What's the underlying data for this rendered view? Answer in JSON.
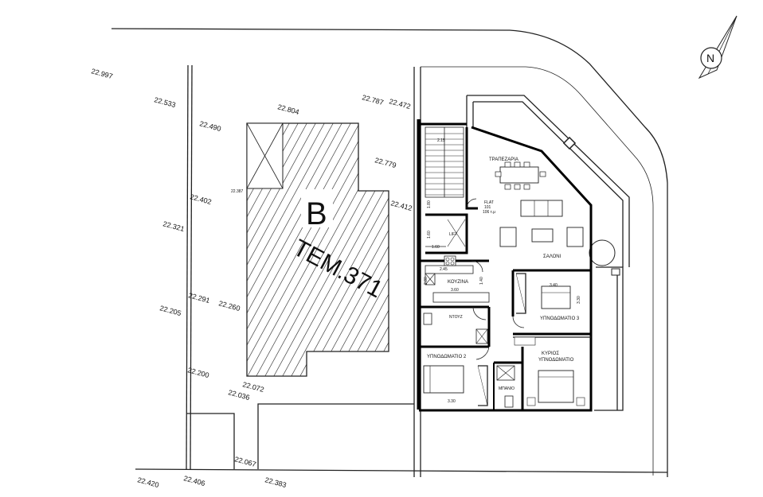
{
  "plot": {
    "letter": "B",
    "tem_label": "TEM.371"
  },
  "north": {
    "letter": "N"
  },
  "elevations": [
    {
      "id": "e1",
      "text": "22.997"
    },
    {
      "id": "e2",
      "text": "22.533"
    },
    {
      "id": "e3",
      "text": "22.490"
    },
    {
      "id": "e4",
      "text": "22.804"
    },
    {
      "id": "e5",
      "text": "22.787"
    },
    {
      "id": "e6",
      "text": "22.472"
    },
    {
      "id": "e7",
      "text": "22.779"
    },
    {
      "id": "e8",
      "text": "22.412"
    },
    {
      "id": "e9",
      "text": "22.402"
    },
    {
      "id": "e10",
      "text": "22.321"
    },
    {
      "id": "e11",
      "text": "22.291"
    },
    {
      "id": "e12",
      "text": "22.260"
    },
    {
      "id": "e13",
      "text": "22.205"
    },
    {
      "id": "e14",
      "text": "22.200"
    },
    {
      "id": "e15",
      "text": "22.072"
    },
    {
      "id": "e16",
      "text": "22.036"
    },
    {
      "id": "e17",
      "text": "22.067"
    },
    {
      "id": "e18",
      "text": "22.420"
    },
    {
      "id": "e19",
      "text": "22.406"
    },
    {
      "id": "e20",
      "text": "22.383"
    },
    {
      "id": "e21",
      "text": "22.387"
    }
  ],
  "rooms": {
    "dining": "ΤΡΑΠΕΖΑΡΙΑ",
    "living": "ΣΑΛΟΝΙ",
    "kitchen": "ΚΟΥΖΙΝΑ",
    "bedroom3": "ΥΠΝΟΔΩΜΑΤΙΟ 3",
    "bedroom2": "ΥΠΝΟΔΩΜΑΤΙΟ 2",
    "master_line1": "ΚΥΡΙΟΣ",
    "master_line2": "ΥΠΝΟΔΩΜΑΤΙΟ",
    "bathroom": "ΜΠΑΝΙΟ",
    "wc": "ΝΤΟΥΖ",
    "lift": "LIFT"
  },
  "flat": {
    "line1": "FLAT",
    "line2": "101",
    "line3": "106 τ.μ"
  },
  "dimensions": {
    "d_stair": "2.15",
    "d_stair_side": "1.80",
    "d_lift_w": "1.60",
    "d_lift_h": "1.60",
    "d_kitchen_top": "2.45",
    "d_kitchen_side": "2.80",
    "d_kitchen_w": "3.60",
    "d_living_side": "1.40",
    "d_bed3_w": "3.40",
    "d_bed3_h": "3.30",
    "d_bed2_w": "3.30"
  }
}
